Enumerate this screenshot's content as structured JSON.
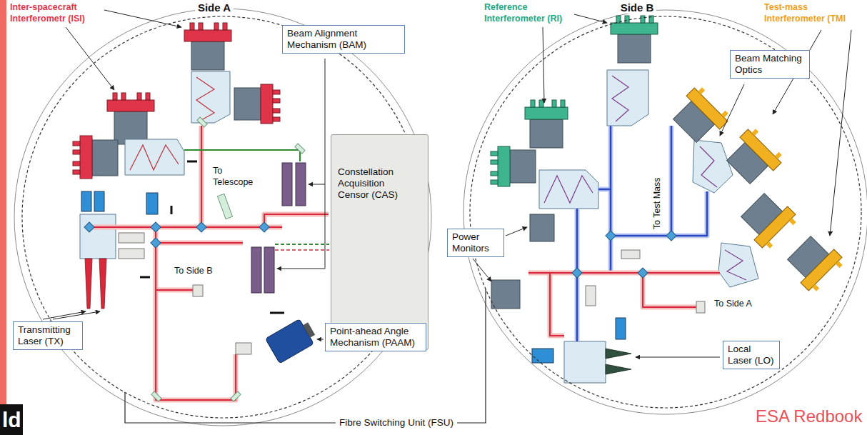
{
  "diagram": {
    "nodes": [
      {
        "text": [
          "Side A"
        ]
      },
      {
        "text": [
          "Beam Alignment Mechanism (BAM)"
        ]
      },
      {
        "text": [
          "Constellation Acquisition Censor (CAS)"
        ]
      },
      {
        "text": [
          "Transmitting Laser (TX)"
        ]
      },
      {
        "text": [
          "Point-ahead Angle Mechanism (PAAM)"
        ]
      },
      {
        "text": [
          "Side B"
        ]
      },
      {
        "text": [
          "Beam Matching Optics"
        ]
      },
      {
        "text": [
          "Power Monitors"
        ]
      },
      {
        "text": [
          "Local Laser (LO)"
        ]
      }
    ],
    "edges": [
      {
        "from": 0,
        "to": 5,
        "arrow": "none",
        "label": "Fibre Switching Unit (FSU)"
      }
    ],
    "labels": [
      "Inter-spacecraft Interferometr (ISI)",
      "Reference Interferometer (RI)",
      "Test-mass Interferometer (TMI",
      "To Telescope",
      "To Side B",
      "To Test Mass",
      "To Side A",
      "ESA Redbook",
      "ld"
    ]
  }
}
